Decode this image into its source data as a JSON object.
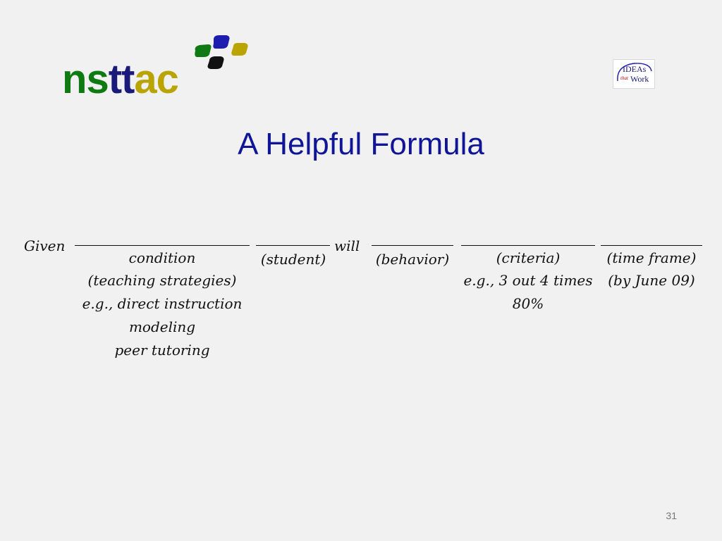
{
  "logos": {
    "nsttac": {
      "letters": [
        "n",
        "s",
        "t",
        "t",
        "a",
        "c"
      ],
      "colors": {
        "green": "#0f7a12",
        "navy": "#1a1a7a",
        "olive": "#b9a400",
        "blue": "#1c1cb0",
        "black": "#111111"
      }
    },
    "ideas": {
      "line1": "IDEAs",
      "line2": "that",
      "line3": "Work"
    }
  },
  "slide": {
    "title": "A Helpful Formula",
    "page_number": "31"
  },
  "formula": {
    "given": "Given",
    "condition": "condition",
    "condition_details": [
      "(teaching strategies)",
      "e.g., direct instruction",
      "modeling",
      "peer tutoring"
    ],
    "student": "(student)",
    "will": "will",
    "behavior": "(behavior)",
    "criteria": "(criteria)",
    "criteria_details": [
      "e.g., 3 out 4 times",
      "80%"
    ],
    "time_frame": "(time frame)",
    "time_frame_details": [
      "(by June 09)"
    ]
  }
}
